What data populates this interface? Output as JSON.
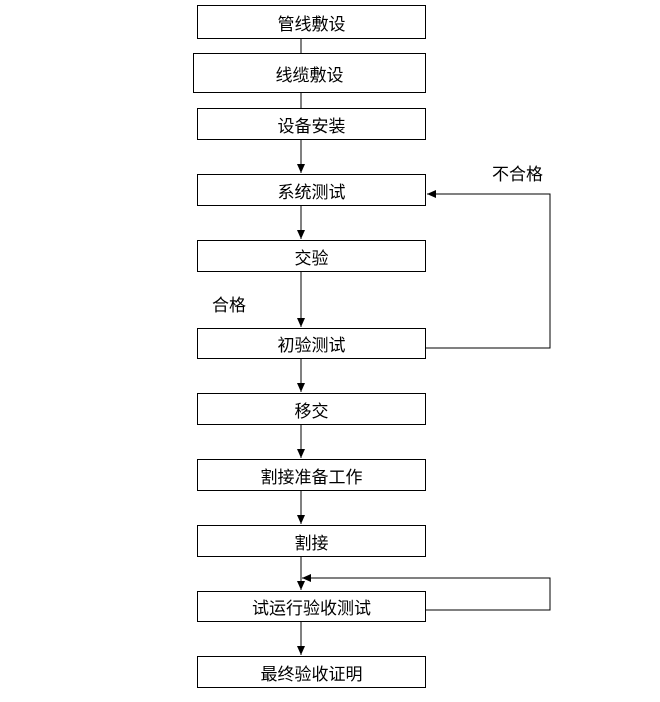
{
  "steps": [
    "管线敷设",
    "线缆敷设",
    "设备安装",
    "系统测试",
    "交验",
    "初验测试",
    "移交",
    "割接准备工作",
    "割接",
    "试运行验收测试",
    "最终验收证明"
  ],
  "labels": {
    "pass": "合格",
    "fail": "不合格"
  }
}
